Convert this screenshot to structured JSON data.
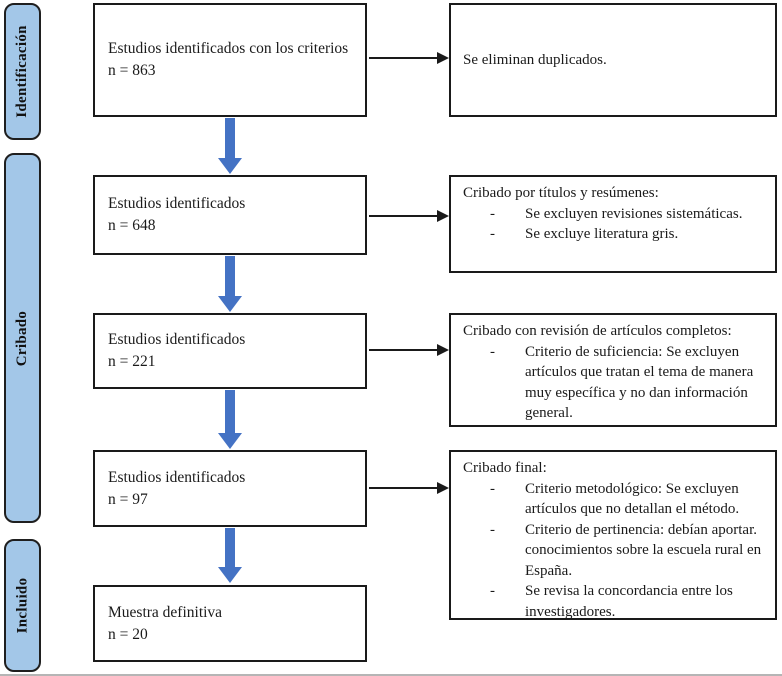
{
  "diagram": {
    "type": "prisma-style-study-selection-flow",
    "language": "es",
    "bullet_marker": "-"
  },
  "stages": [
    {
      "label": "Identificación"
    },
    {
      "label": "Cribado"
    },
    {
      "label": "Incluido"
    }
  ],
  "flow_boxes": [
    {
      "label": "Estudios identificados con los criterios",
      "count": "n = 863"
    },
    {
      "label": "Estudios identificados",
      "count": "n = 648"
    },
    {
      "label": "Estudios identificados",
      "count": "n = 221"
    },
    {
      "label": "Estudios identificados",
      "count": "n = 97"
    },
    {
      "label": "Muestra definitiva",
      "count": "n = 20"
    }
  ],
  "exclusion_boxes": [
    {
      "title": "Se eliminan duplicados.",
      "bullets": []
    },
    {
      "title": "Cribado por títulos y resúmenes:",
      "bullets": [
        "Se excluyen revisiones sistemáticas.",
        "Se excluye literatura gris."
      ]
    },
    {
      "title": "Cribado con revisión de artículos completos:",
      "bullets": [
        "Criterio de suficiencia: Se excluyen artículos que tratan el tema de manera muy específica y no dan información general."
      ]
    },
    {
      "title": "Cribado final:",
      "bullets": [
        "Criterio metodológico: Se excluyen artículos que no detallan el método.",
        "Criterio de pertinencia: debían aportar. conocimientos sobre la escuela rural en España.",
        "Se revisa la concordancia entre los investigadores."
      ]
    }
  ],
  "colors": {
    "stage_fill": "#A3C7E8",
    "stage_border": "#1F1F1F",
    "arrow_blue": "#4472C4",
    "box_border": "#1A1A1A"
  }
}
